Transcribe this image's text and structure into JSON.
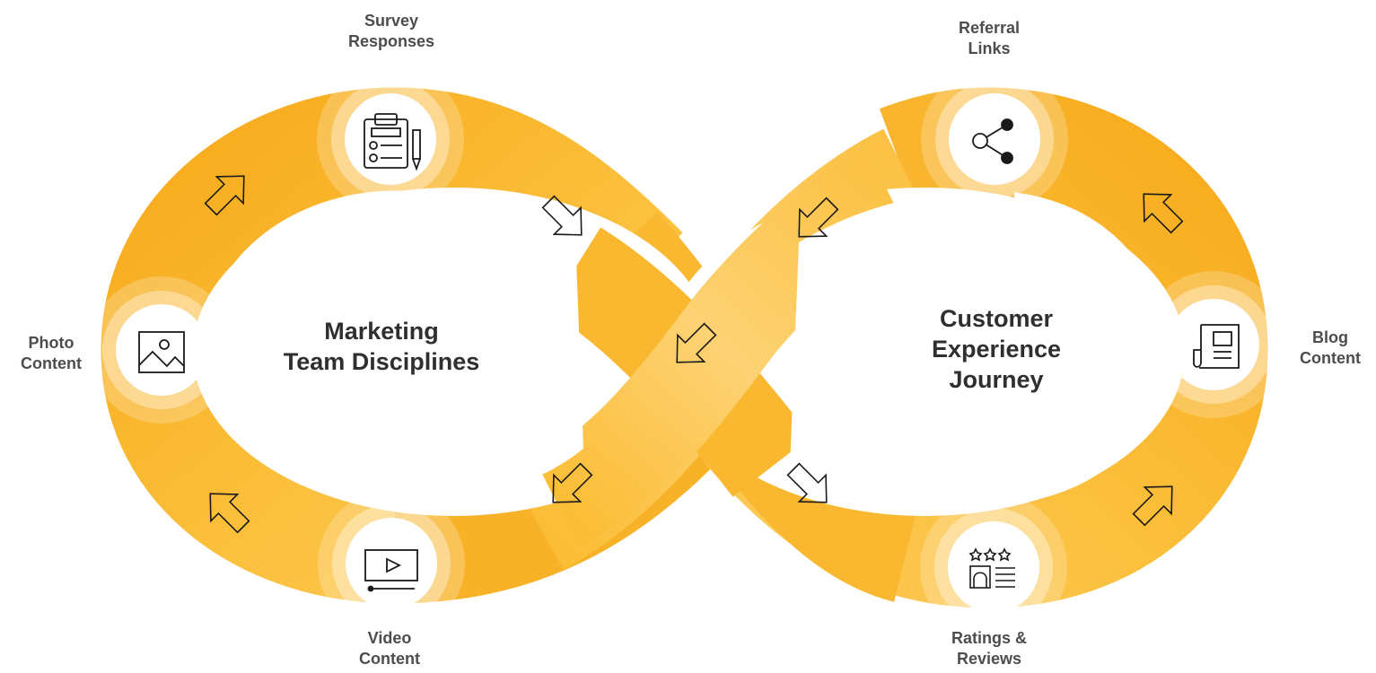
{
  "diagram": {
    "left_loop_title": "Marketing\nTeam Disciplines",
    "right_loop_title": "Customer\nExperience\nJourney",
    "nodes": {
      "survey": {
        "label": "Survey\nResponses",
        "icon": "clipboard-checklist-icon"
      },
      "photo": {
        "label": "Photo\nContent",
        "icon": "image-icon"
      },
      "video": {
        "label": "Video\nContent",
        "icon": "video-player-icon"
      },
      "referral": {
        "label": "Referral\nLinks",
        "icon": "share-icon"
      },
      "blog": {
        "label": "Blog\nContent",
        "icon": "newspaper-icon"
      },
      "ratings": {
        "label": "Ratings &\nReviews",
        "icon": "ratings-reviews-icon"
      }
    },
    "colors": {
      "band_dark": "#f7ab1c",
      "band_mid": "#fbbf3b",
      "band_light": "#fdd67a",
      "icon_stroke": "#1a1a1a",
      "label_text": "#4d4d4d"
    }
  }
}
